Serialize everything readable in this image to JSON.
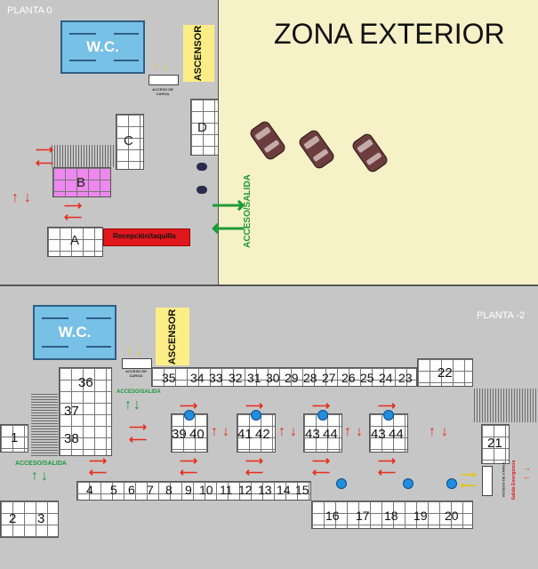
{
  "planta0": {
    "title": "PLANTA 0",
    "zona_exterior": "ZONA EXTERIOR",
    "wc": "W.C.",
    "ascensor": "ASCENSOR",
    "acceso_carga": "ACCESO DE CARGA",
    "acceso_salida": "ACCESO/SALIDA",
    "recepcion": "Recepción/taquilla",
    "blocks": {
      "a": "A",
      "b": "B",
      "c": "C",
      "d": "D"
    }
  },
  "planta2": {
    "title": "PLANTA -2",
    "wc": "W.C.",
    "ascensor": "ASCENSOR",
    "acceso_carga": "ACCESO DE CARGA",
    "acceso_salida_left": "ACCESO/SALIDA",
    "acceso_salida_top": "ACCESO/SALIDA",
    "acceso_carga_right": "ACCESO DE CARGA",
    "salida_emergencia": "Salida Emergencia",
    "spots": [
      "1",
      "2",
      "3",
      "4",
      "5",
      "6",
      "7",
      "8",
      "9",
      "10",
      "11",
      "12",
      "13",
      "14",
      "15",
      "16",
      "17",
      "18",
      "19",
      "20",
      "21",
      "22",
      "23",
      "24",
      "25",
      "26",
      "27",
      "28",
      "29",
      "30",
      "31",
      "32",
      "33",
      "34",
      "35",
      "36",
      "37",
      "38",
      "39",
      "40",
      "41",
      "42",
      "43",
      "44",
      "43",
      "44"
    ]
  },
  "colors": {
    "background": "#c6c6c6",
    "outdoor": "#f7f1c7",
    "elevator": "#fcee86",
    "reception": "#e1171e",
    "block_b": "#ee88ee",
    "arrow_red": "#e62e1b",
    "arrow_green": "#1c9a3a",
    "pillar": "#1f8ee0"
  }
}
